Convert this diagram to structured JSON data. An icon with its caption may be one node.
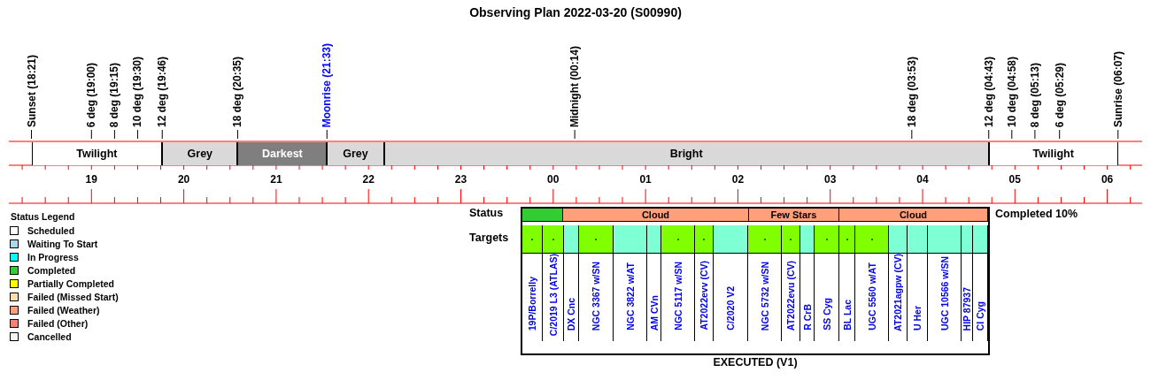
{
  "diagram": {
    "title": "Observing Plan 2022-03-20 (S00990)",
    "nodes": [
      {
        "text": [
          "Twilight"
        ]
      },
      {
        "text": [
          "Grey"
        ]
      },
      {
        "text": [
          "Darkest"
        ]
      },
      {
        "text": [
          "Grey"
        ]
      },
      {
        "text": [
          "Bright"
        ]
      },
      {
        "text": [
          "Twilight"
        ]
      },
      {
        "text": [
          "EXECUTED (V1)"
        ]
      },
      {
        "text": [],
        "shape": "bar",
        "in": 6
      },
      {
        "text": [
          "Cloud"
        ],
        "in": 6
      },
      {
        "text": [
          "Few Stars"
        ],
        "in": 6
      },
      {
        "text": [
          "Cloud"
        ],
        "in": 6
      },
      {
        "text": [
          "19P/Borrelly"
        ],
        "in": 6
      },
      {
        "text": [
          "C/2019 L3 (ATLAS)"
        ],
        "in": 6
      },
      {
        "text": [
          "DX Cnc"
        ],
        "in": 6
      },
      {
        "text": [
          "NGC 3367 w/SN"
        ],
        "in": 6
      },
      {
        "text": [
          "NGC 3822 w/AT"
        ],
        "in": 6
      },
      {
        "text": [
          "AM CVn"
        ],
        "in": 6
      },
      {
        "text": [
          "NGC 5117 w/SN"
        ],
        "in": 6
      },
      {
        "text": [
          "AT2022evv (CV)"
        ],
        "in": 6
      },
      {
        "text": [
          "C/2020 V2"
        ],
        "in": 6
      },
      {
        "text": [
          "NGC 5732 w/SN"
        ],
        "in": 6
      },
      {
        "text": [
          "AT2022evu (CV)"
        ],
        "in": 6
      },
      {
        "text": [
          "R CrB"
        ],
        "in": 6
      },
      {
        "text": [
          "SS Cyg"
        ],
        "in": 6
      },
      {
        "text": [
          "BL Lac"
        ],
        "in": 6
      },
      {
        "text": [
          "UGC 5560 w/AT"
        ],
        "in": 6
      },
      {
        "text": [
          "AT2021agpw (CV)"
        ],
        "in": 6
      },
      {
        "text": [
          "U Her"
        ],
        "in": 6
      },
      {
        "text": [
          "UGC 10566 w/SN"
        ],
        "in": 6
      },
      {
        "text": [
          "HIP 87937"
        ],
        "in": 6
      },
      {
        "text": [
          "CI Cyg"
        ],
        "in": 6
      }
    ],
    "labels": [
      "Sunset (18:21)",
      "6 deg (19:00)",
      "8 deg (19:15)",
      "10 deg (19:30)",
      "12 deg (19:46)",
      "18 deg (20:35)",
      "Moonrise (21:33)",
      "Midnight (00:14)",
      "18 deg (03:53)",
      "12 deg (04:43)",
      "10 deg (04:58)",
      "8 deg (05:13)",
      "6 deg (05:29)",
      "Sunrise (06:07)",
      "19",
      "20",
      "21",
      "22",
      "23",
      "00",
      "01",
      "02",
      "03",
      "04",
      "05",
      "06",
      "Status Legend",
      "Status",
      "Targets",
      "Completed 10%"
    ],
    "legend": [
      {
        "text": "Scheduled",
        "color": "#ffffff"
      },
      {
        "text": "Waiting To Start",
        "color": "#add8e6"
      },
      {
        "text": "In Progress",
        "color": "#00ffff"
      },
      {
        "text": "Completed",
        "color": "#32cd32"
      },
      {
        "text": "Partially Completed",
        "color": "#ffff00"
      },
      {
        "text": "Failed (Missed Start)",
        "color": "#ffdead"
      },
      {
        "text": "Failed (Weather)",
        "color": "#ffa07a"
      },
      {
        "text": "Failed (Other)",
        "color": "#fa8072"
      },
      {
        "text": "Cancelled",
        "color": "#f5f5f5"
      }
    ]
  }
}
